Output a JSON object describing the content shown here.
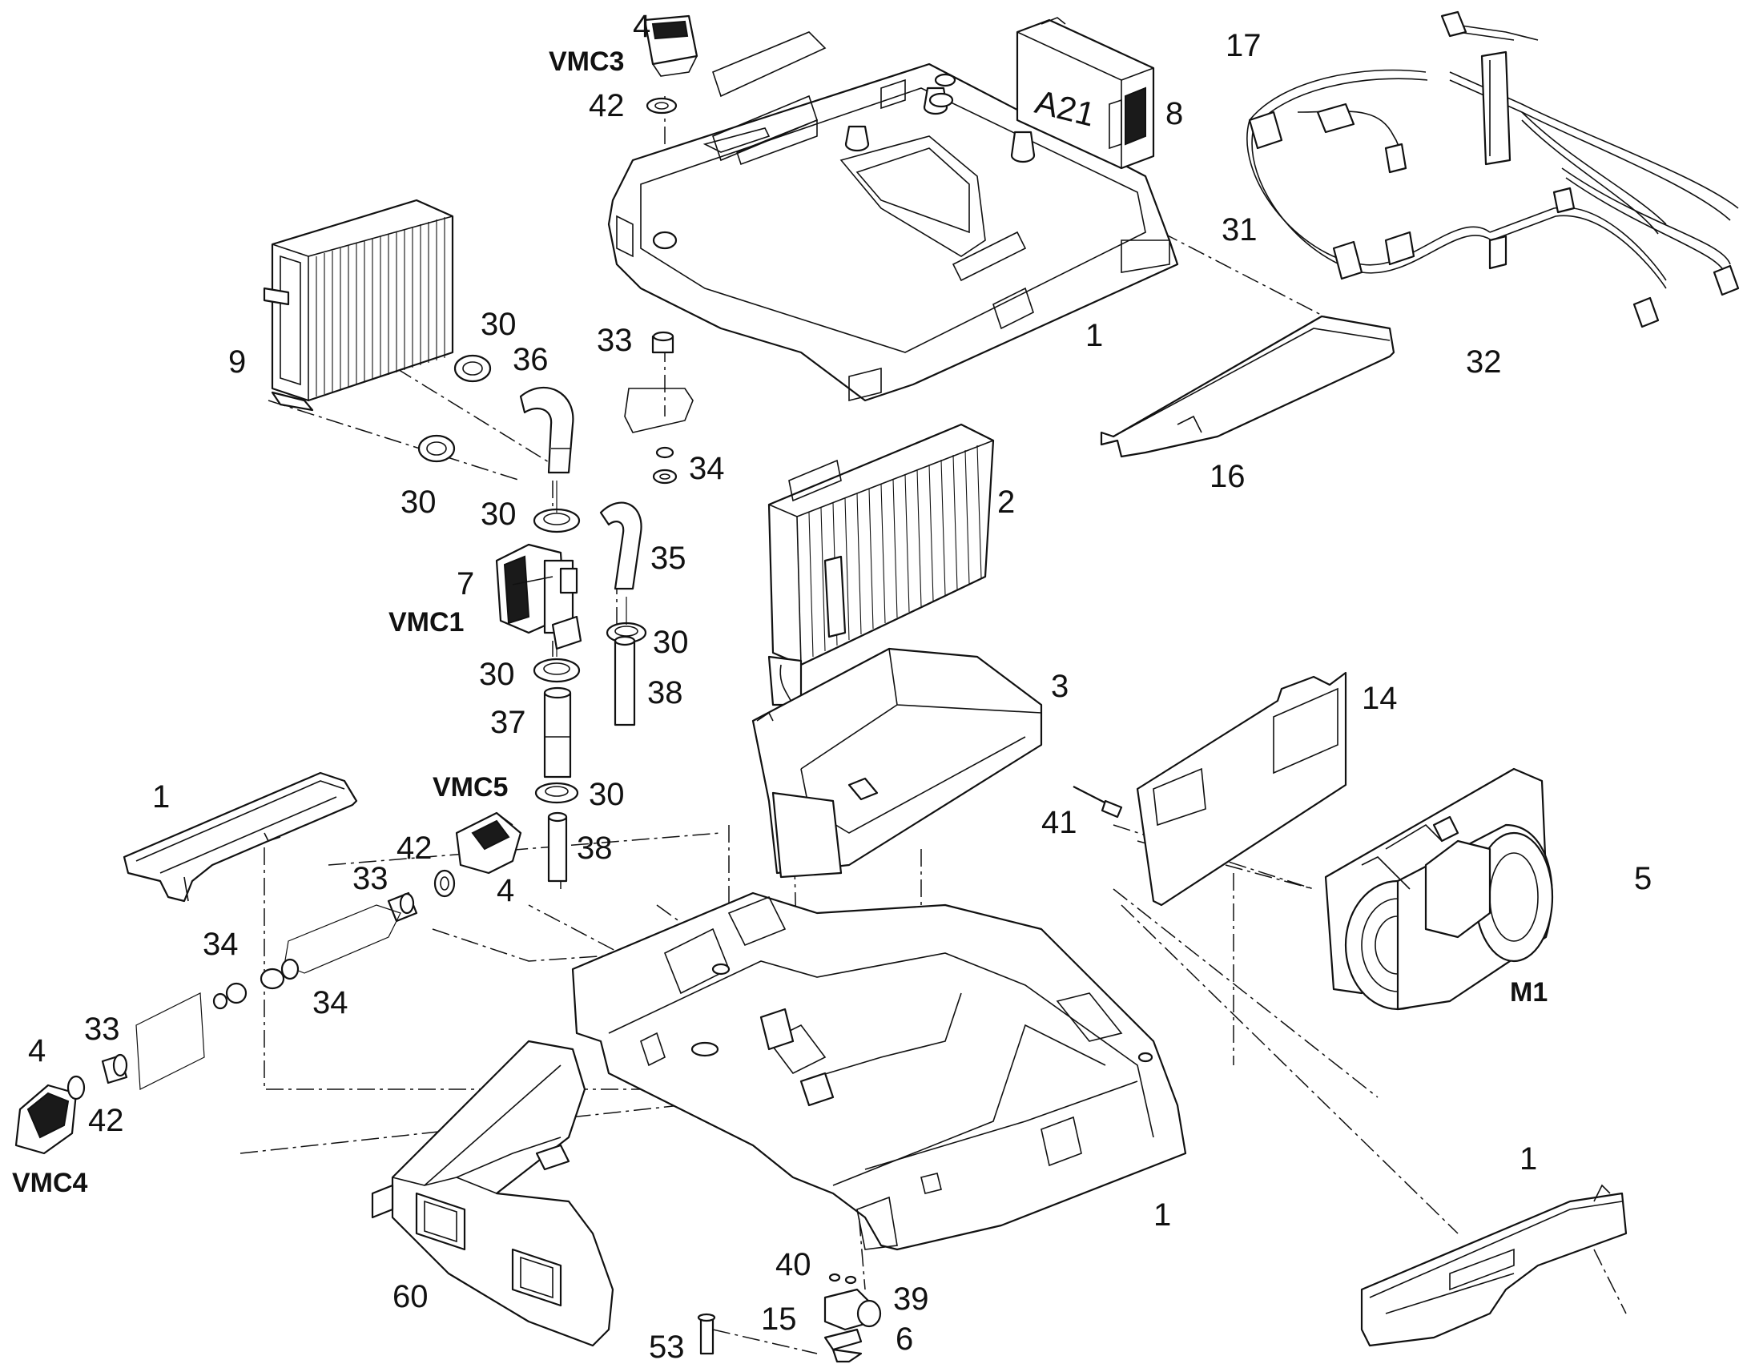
{
  "labels": {
    "l4a": "4",
    "vmc3": "VMC3",
    "l42a": "42",
    "a21": "A21",
    "l8": "8",
    "l17": "17",
    "l31": "31",
    "l32": "32",
    "l9": "9",
    "l30a": "30",
    "l36": "36",
    "l33a": "33",
    "l1a": "1",
    "l34a": "34",
    "l30b": "30",
    "l16": "16",
    "l30c": "30",
    "l2": "2",
    "l35": "35",
    "l7": "7",
    "vmc1": "VMC1",
    "l30d": "30",
    "l30e": "30",
    "l38a": "38",
    "l3": "3",
    "l37": "37",
    "l14": "14",
    "vmc5": "VMC5",
    "l1b": "1",
    "l30f": "30",
    "l41": "41",
    "l42b": "42",
    "l38b": "38",
    "l5": "5",
    "l33b": "33",
    "l4b": "4",
    "l34b": "34",
    "l34c": "34",
    "m1": "M1",
    "l33c": "33",
    "l4c": "4",
    "l42c": "42",
    "vmc4": "VMC4",
    "l1c": "1",
    "l1d": "1",
    "l40": "40",
    "l39": "39",
    "l60": "60",
    "l15": "15",
    "l6": "6",
    "l53": "53"
  }
}
